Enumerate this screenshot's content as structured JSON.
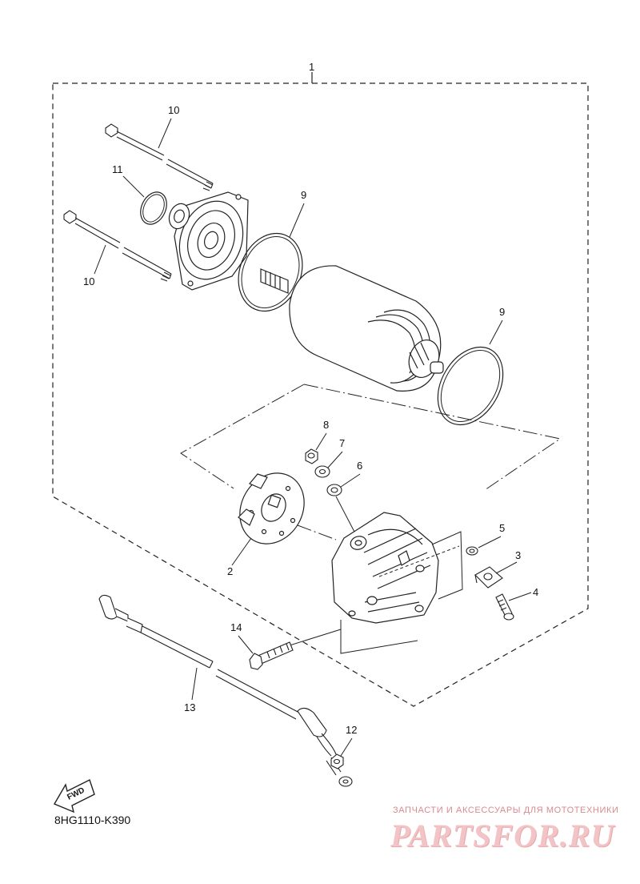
{
  "diagram": {
    "part_code": "8HG1110-K390",
    "fwd_label": "FWD",
    "callouts": {
      "c1": "1",
      "c2": "2",
      "c3": "3",
      "c4": "4",
      "c5": "5",
      "c6": "6",
      "c7": "7",
      "c8": "8",
      "c9a": "9",
      "c9b": "9",
      "c10a": "10",
      "c10b": "10",
      "c11": "11",
      "c12": "12",
      "c13": "13",
      "c14": "14"
    }
  },
  "watermark": {
    "tagline": "ЗАПЧАСТИ И АКСЕССУАРЫ ДЛЯ МОТОТЕХНИКИ",
    "brand": "PARTSFOR.RU"
  }
}
